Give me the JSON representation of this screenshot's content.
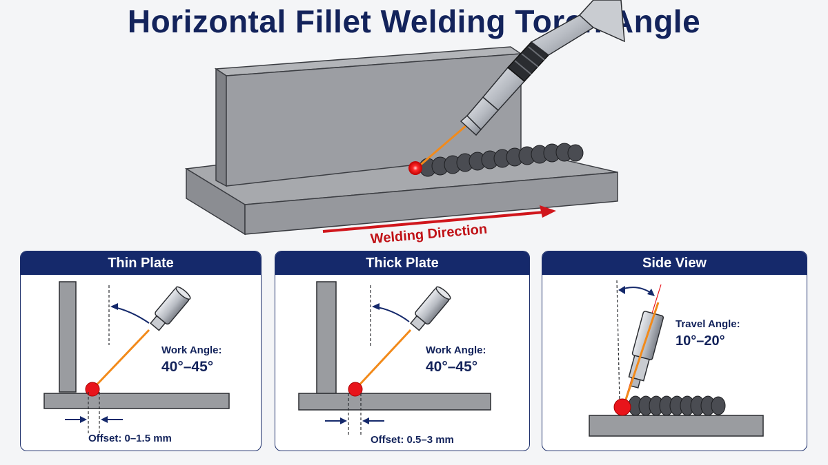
{
  "title": "Horizontal Fillet Welding Torch Angle",
  "hero": {
    "direction_label": "Welding Direction"
  },
  "panels": [
    {
      "heading": "Thin Plate",
      "angle_label": "Work Angle:",
      "angle_value": "40°–45°",
      "offset_label": "Offset: 0–1.5 mm"
    },
    {
      "heading": "Thick Plate",
      "angle_label": "Work Angle:",
      "angle_value": "40°–45°",
      "offset_label": "Offset: 0.5–3 mm"
    },
    {
      "heading": "Side View",
      "angle_label": "Travel Angle:",
      "angle_value": "10°–20°"
    }
  ],
  "colors": {
    "navy": "#15296b",
    "steel": "#9a9ca0",
    "arc_red": "#e8141b",
    "wire_orange": "#f28a1a",
    "direction_red": "#d0161c"
  }
}
